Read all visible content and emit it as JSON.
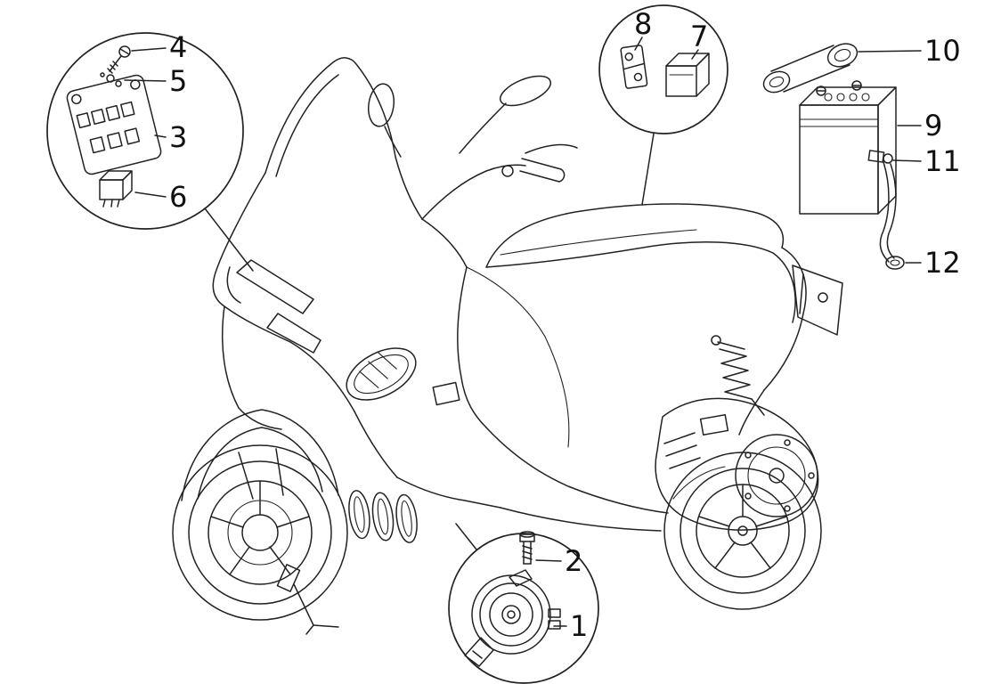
{
  "diagram": {
    "background": "#ffffff",
    "colors": {
      "line_color": "#222222",
      "text_color": "#111111"
    },
    "callouts": [
      {
        "id": "1"
      },
      {
        "id": "2"
      },
      {
        "id": "3"
      },
      {
        "id": "4"
      },
      {
        "id": "5"
      },
      {
        "id": "6"
      },
      {
        "id": "7"
      },
      {
        "id": "8"
      },
      {
        "id": "9"
      },
      {
        "id": "10"
      },
      {
        "id": "11"
      },
      {
        "id": "12"
      }
    ]
  }
}
